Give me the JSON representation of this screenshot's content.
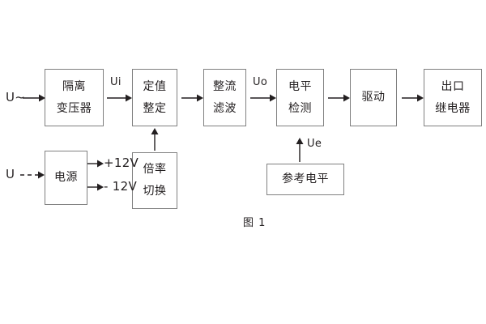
{
  "figure": {
    "caption": "图 1",
    "blocks": [
      {
        "id": "isolation-transformer",
        "lines": [
          "隔离",
          "变压器"
        ]
      },
      {
        "id": "setting-value",
        "lines": [
          "定值",
          "整定"
        ]
      },
      {
        "id": "rectify-filter",
        "lines": [
          "整流",
          "滤波"
        ]
      },
      {
        "id": "level-detection",
        "lines": [
          "电平",
          "检测"
        ]
      },
      {
        "id": "drive",
        "lines": [
          "驱动"
        ]
      },
      {
        "id": "output-relay",
        "lines": [
          "出口",
          "继电器"
        ]
      },
      {
        "id": "power-supply",
        "lines": [
          "电源"
        ]
      },
      {
        "id": "multiplier-switch",
        "lines": [
          "倍率",
          "切换"
        ]
      },
      {
        "id": "reference-level",
        "lines": [
          "参考电平"
        ]
      }
    ],
    "signals": {
      "ac_input": "U~",
      "dc_input": "U",
      "ui": "Ui",
      "uo": "Uo",
      "ue": "Ue",
      "rail_positive": "+12V",
      "rail_negative": "- 12V"
    },
    "colors": {
      "ink": "#231f20",
      "box_border": "#808080",
      "background": "#ffffff"
    }
  }
}
